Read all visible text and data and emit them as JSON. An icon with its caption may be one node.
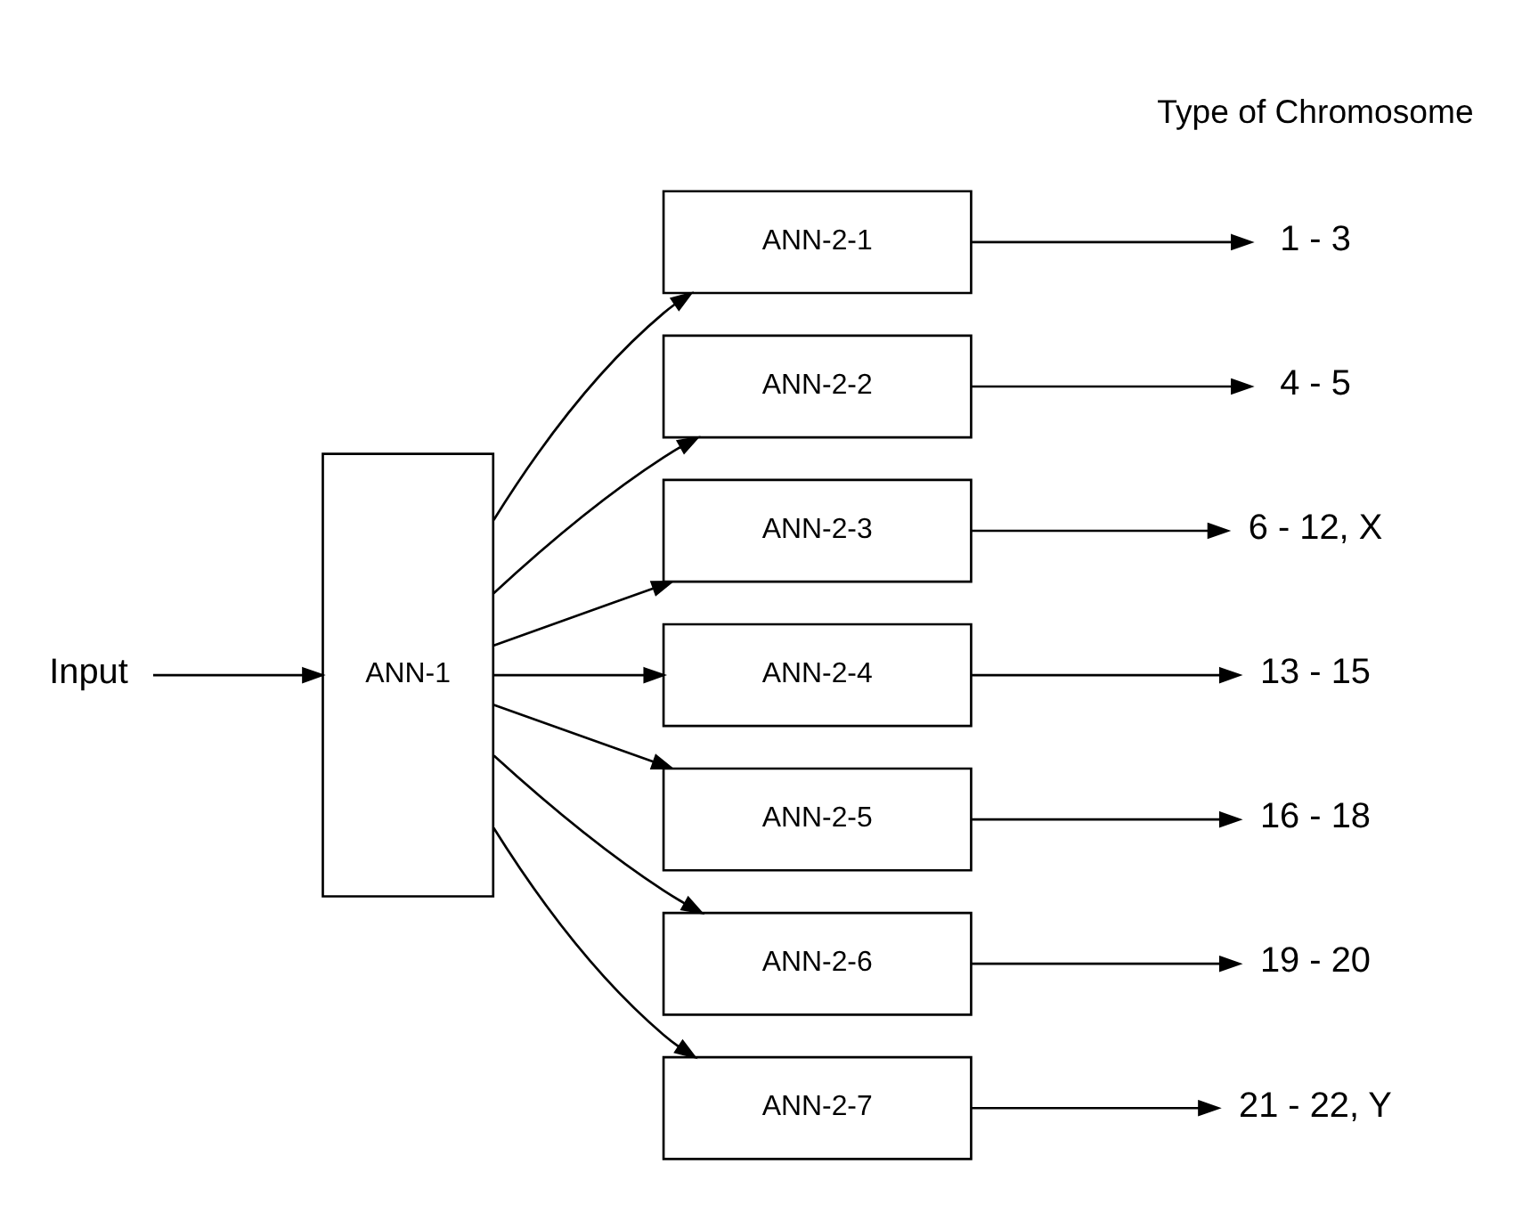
{
  "diagram": {
    "nodes": [
      {
        "text": [
          "Input"
        ]
      },
      {
        "text": [
          "ANN-1"
        ]
      },
      {
        "text": [
          "ANN-2-1"
        ]
      },
      {
        "text": [
          "ANN-2-2"
        ]
      },
      {
        "text": [
          "ANN-2-3"
        ]
      },
      {
        "text": [
          "ANN-2-4"
        ]
      },
      {
        "text": [
          "ANN-2-5"
        ]
      },
      {
        "text": [
          "ANN-2-6"
        ]
      },
      {
        "text": [
          "ANN-2-7"
        ]
      },
      {
        "text": [
          "1 - 3"
        ]
      },
      {
        "text": [
          "4 - 5"
        ]
      },
      {
        "text": [
          "6 - 12, X"
        ]
      },
      {
        "text": [
          "13 - 15"
        ]
      },
      {
        "text": [
          "16 - 18"
        ]
      },
      {
        "text": [
          "19 - 20"
        ]
      },
      {
        "text": [
          "21 - 22, Y"
        ]
      }
    ],
    "edges": [
      {
        "from": 0,
        "to": 1,
        "arrow": "to"
      },
      {
        "from": 1,
        "to": 2,
        "arrow": "to"
      },
      {
        "from": 1,
        "to": 3,
        "arrow": "to"
      },
      {
        "from": 1,
        "to": 4,
        "arrow": "to"
      },
      {
        "from": 1,
        "to": 5,
        "arrow": "to"
      },
      {
        "from": 1,
        "to": 6,
        "arrow": "to"
      },
      {
        "from": 1,
        "to": 7,
        "arrow": "to"
      },
      {
        "from": 1,
        "to": 8,
        "arrow": "to"
      },
      {
        "from": 2,
        "to": 9,
        "arrow": "to"
      },
      {
        "from": 3,
        "to": 10,
        "arrow": "to"
      },
      {
        "from": 4,
        "to": 11,
        "arrow": "to"
      },
      {
        "from": 5,
        "to": 12,
        "arrow": "to"
      },
      {
        "from": 6,
        "to": 13,
        "arrow": "to"
      },
      {
        "from": 7,
        "to": 14,
        "arrow": "to"
      },
      {
        "from": 8,
        "to": 15,
        "arrow": "to"
      }
    ],
    "labels": [
      "Type of Chromosome"
    ]
  }
}
